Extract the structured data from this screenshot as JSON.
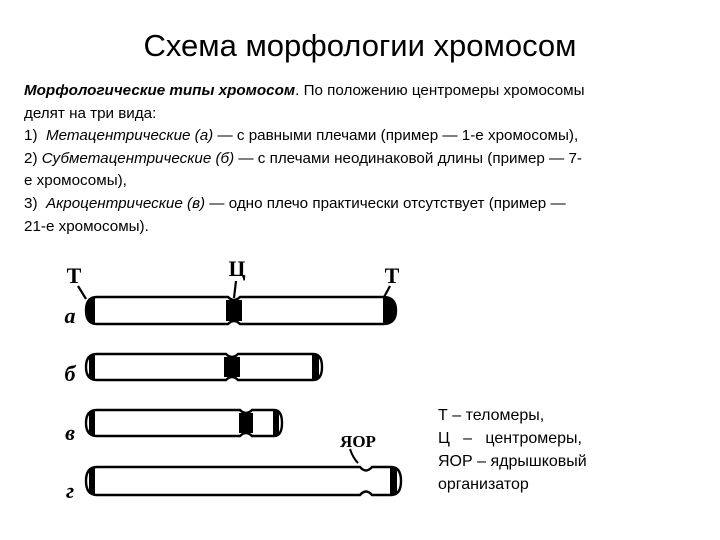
{
  "title": "Схема морфологии хромосом",
  "description": {
    "heading": "Морфологические типы хромосом",
    "line1_rest": ". По положению центромеры хромосомы",
    "line2": "делят на три вида:",
    "item1_num": "1)  ",
    "item1_type": "Метацентрические (а)",
    "item1_rest": " — с равными плечами (пример — 1-е хромосомы),",
    "item2_num": "2) ",
    "item2_type": "Субметацентрические (б)",
    "item2_rest": " — с плечами неодинаковой длины (пример — 7-",
    "item2_cont": "е хромосомы),",
    "item3_num": "3)  ",
    "item3_type": "Акроцентрические (в)",
    "item3_rest": " — одно плечо практически отсутствует (пример —",
    "item3_cont": "21-е хромосомы)."
  },
  "diagram": {
    "label_t_left": "Т",
    "label_c": "Ц",
    "label_t_right": "Т",
    "label_yaor": "ЯОР",
    "row_labels": [
      "а",
      "б",
      "в",
      "г"
    ]
  },
  "legend": {
    "line1": "Т – теломеры,",
    "line2": "Ц   –   центромеры,",
    "line3": "ЯОР – ядрышковый",
    "line4": "организатор"
  }
}
